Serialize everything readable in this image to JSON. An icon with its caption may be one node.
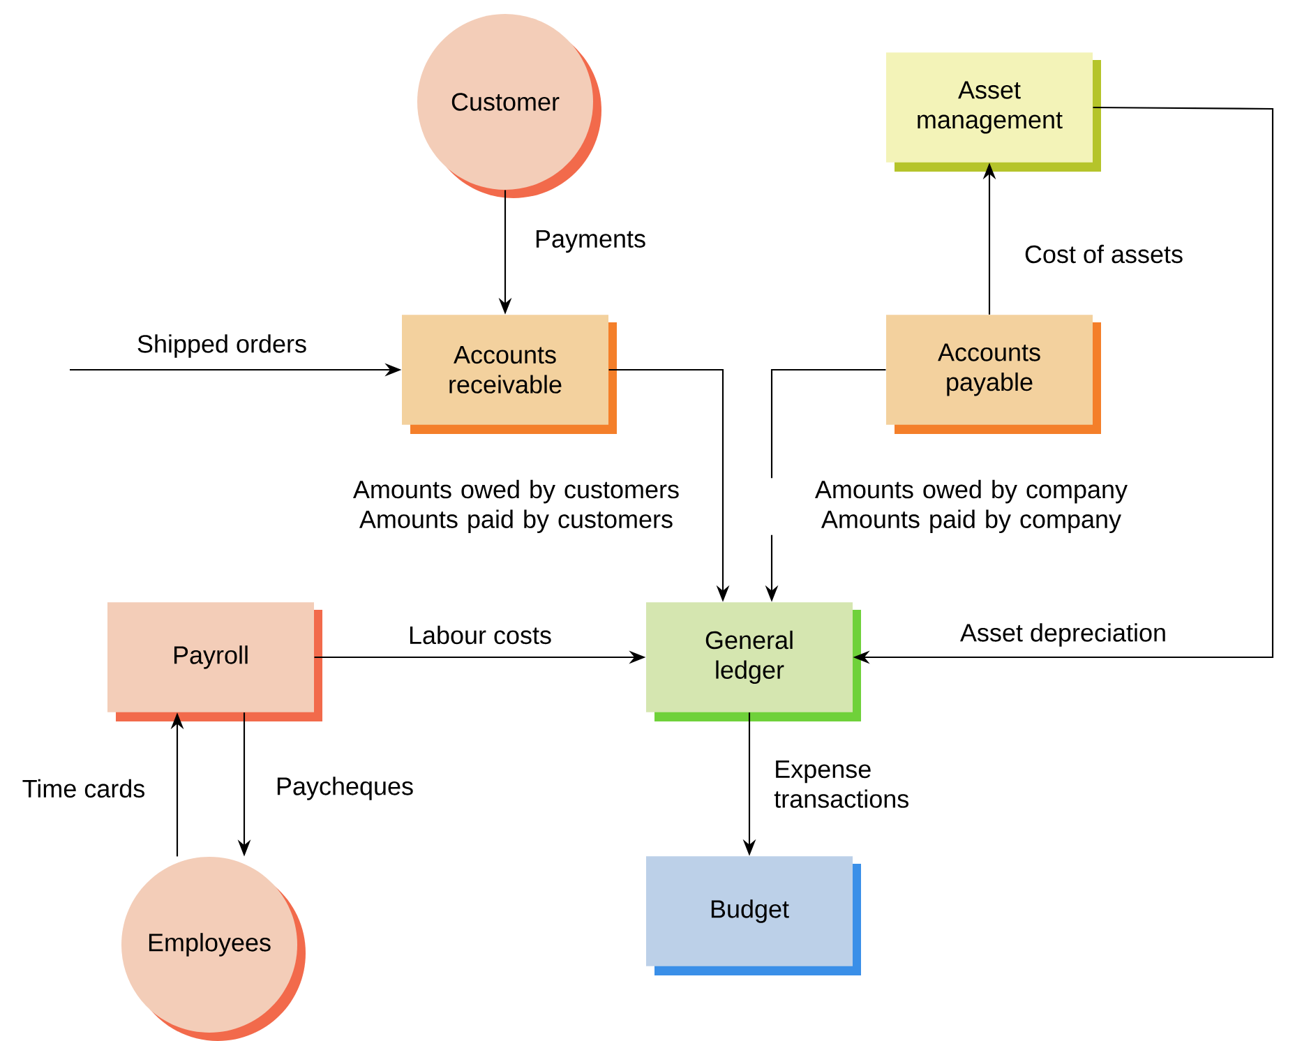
{
  "diagram": {
    "nodes": [
      {
        "text": [
          "Customer"
        ]
      },
      {
        "text": [
          "Accounts receivable"
        ]
      },
      {
        "text": [
          "Asset management"
        ]
      },
      {
        "text": [
          "Accounts payable"
        ]
      },
      {
        "text": [
          "Payroll"
        ]
      },
      {
        "text": [
          "General ledger"
        ]
      },
      {
        "text": [
          "Employees"
        ]
      },
      {
        "text": [
          "Budget"
        ]
      }
    ],
    "edges": [
      {
        "from": 0,
        "to": 1,
        "arrow": "to",
        "label": "Payments"
      },
      {
        "from": null,
        "to": 1,
        "arrow": "to",
        "label": "Shipped orders"
      },
      {
        "from": 1,
        "to": 5,
        "arrow": "to",
        "label": "Amounts owed by customers Amounts paid by customers"
      },
      {
        "from": 3,
        "to": 5,
        "arrow": "to",
        "label": "Amounts owed by company Amounts paid by company"
      },
      {
        "from": 3,
        "to": 2,
        "arrow": "to",
        "label": "Cost of assets"
      },
      {
        "from": 2,
        "to": 5,
        "arrow": "to",
        "label": "Asset depreciation"
      },
      {
        "from": 4,
        "to": 5,
        "arrow": "to",
        "label": "Labour costs"
      },
      {
        "from": 5,
        "to": 7,
        "arrow": "to",
        "label": "Expense transactions"
      },
      {
        "from": 6,
        "to": 4,
        "arrow": "to",
        "label": "Time cards"
      },
      {
        "from": 4,
        "to": 6,
        "arrow": "to",
        "label": "Paycheques"
      }
    ]
  }
}
